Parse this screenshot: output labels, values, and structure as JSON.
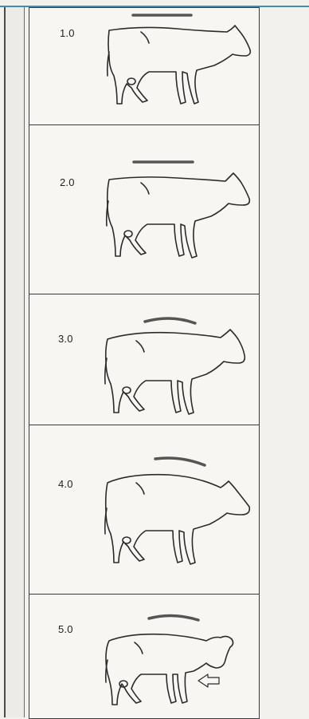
{
  "rows": [
    {
      "score": "1.0",
      "mark": "flat"
    },
    {
      "score": "2.0",
      "mark": "flat"
    },
    {
      "score": "3.0",
      "mark": "arc"
    },
    {
      "score": "4.0",
      "mark": "arc"
    },
    {
      "score": "5.0",
      "mark": "arc"
    }
  ],
  "colors": {
    "accent_rule": "#3f8fb3",
    "ink": "#2b2b2b",
    "mark": "#555555"
  }
}
